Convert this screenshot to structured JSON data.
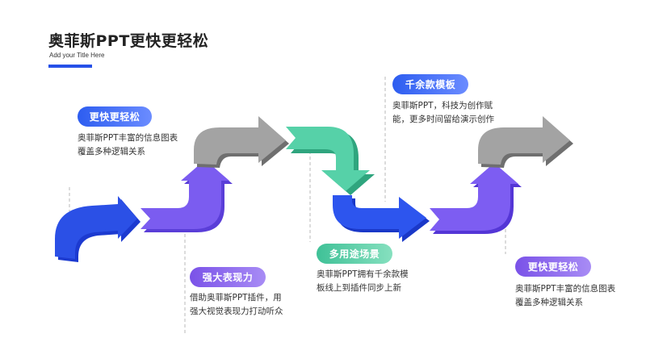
{
  "header": {
    "title": "奥菲斯PPT更快更轻松",
    "subtitle": "Add your Title Here"
  },
  "colors": {
    "accent": "#2650e8",
    "blue_arrow": "#2b50e6",
    "purple_arrow": "#7b5cf0",
    "gray_arrow": "#9a9a9a",
    "green_arrow": "#4cc9a1"
  },
  "steps": [
    {
      "label": "更快更轻松",
      "lines": [
        "奥菲斯PPT丰富的信息图表",
        "覆盖多种逻辑关系"
      ]
    },
    {
      "label": "强大表现力",
      "lines": [
        "借助奥菲斯PPT插件，用",
        "强大视觉表现力打动听众"
      ]
    },
    {
      "label": "千余款模板",
      "lines": [
        "奥菲斯PPT，科技为创作赋",
        "能，更多时间留给演示创作"
      ]
    },
    {
      "label": "多用途场景",
      "lines": [
        "奥菲斯PPT拥有千余款模",
        "板线上到插件同步上新"
      ]
    },
    {
      "label": "更快更轻松",
      "lines": [
        "奥菲斯PPT丰富的信息图表",
        "覆盖多种逻辑关系"
      ]
    }
  ]
}
